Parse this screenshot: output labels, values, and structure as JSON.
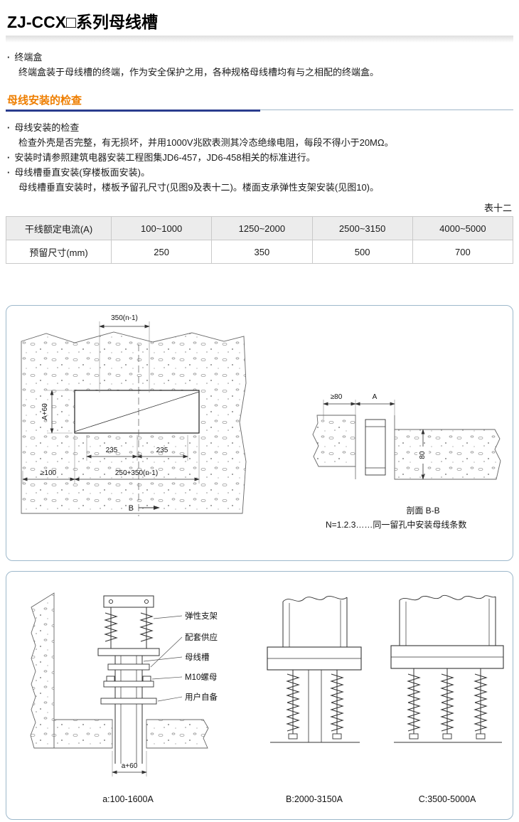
{
  "page": {
    "title": "ZJ-CCX□系列母线槽"
  },
  "intro": {
    "item": "终端盒",
    "desc": "终端盒装于母线槽的终端，作为安全保护之用，各种规格母线槽均有与之相配的终端盒。"
  },
  "section": {
    "heading": "母线安装的检查"
  },
  "checks": {
    "item1": "母线安装的检查",
    "item1_desc": "检查外壳是否完整，有无损坏，并用1000V兆欧表测其冷态绝缘电阻，每段不得小于20MΩ。",
    "item2": "安装时请参照建筑电器安装工程图集JD6-457，JD6-458相关的标准进行。",
    "item3": "母线槽垂直安装(穿楼板面安装)。",
    "item3_desc": "母线槽垂直安装时，楼板予留孔尺寸(见图9及表十二)。楼面支承弹性支架安装(见图10)。"
  },
  "table": {
    "caption": "表十二",
    "rows": [
      {
        "label": "干线额定电流(A)",
        "values": [
          "100~1000",
          "1250~2000",
          "2500~3150",
          "4000~5000"
        ]
      },
      {
        "label": "预留尺寸(mm)",
        "values": [
          "250",
          "350",
          "500",
          "700"
        ]
      }
    ]
  },
  "figure1": {
    "dim_top": "350(n-1)",
    "dim_height": "A+60",
    "dim_235_left": "235",
    "dim_235_right": "235",
    "dim_total": "250+350(n-1)",
    "dim_min100": "≥100",
    "section_mark": "B",
    "dim_min80": "≥80",
    "dim_a": "A",
    "dim_80": "80",
    "section_title": "剖面 B-B",
    "section_note": "N=1.2.3……同一留孔中安装母线条数"
  },
  "figure2": {
    "label_spring_bracket": "弹性支架",
    "label_supplied": "配套供应",
    "label_busway": "母线槽",
    "label_m10_nut": "M10螺母",
    "label_user_provided": "用户自备",
    "dim_bottom": "a+60",
    "caption_a": "a:100-1600A",
    "caption_b": "B:2000-3150A",
    "caption_c": "C:3500-5000A"
  },
  "colors": {
    "accent_orange": "#ee7e00",
    "rule_navy": "#2a3c8e",
    "panel_border": "#9db8cb"
  }
}
